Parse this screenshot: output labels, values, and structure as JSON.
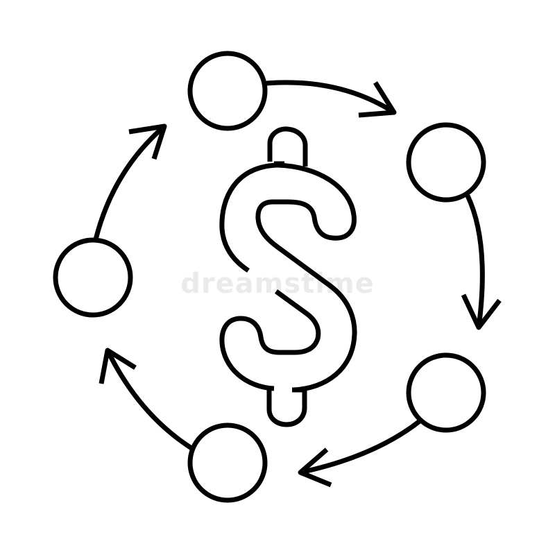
{
  "icon": {
    "name": "money-flow-cycle-icon",
    "stroke_color": "#000000",
    "background_color": "#ffffff",
    "node_count": 6,
    "flow_direction": "clockwise",
    "center_symbol": "dollar-sign"
  },
  "watermark": {
    "text": "dreamstime"
  }
}
